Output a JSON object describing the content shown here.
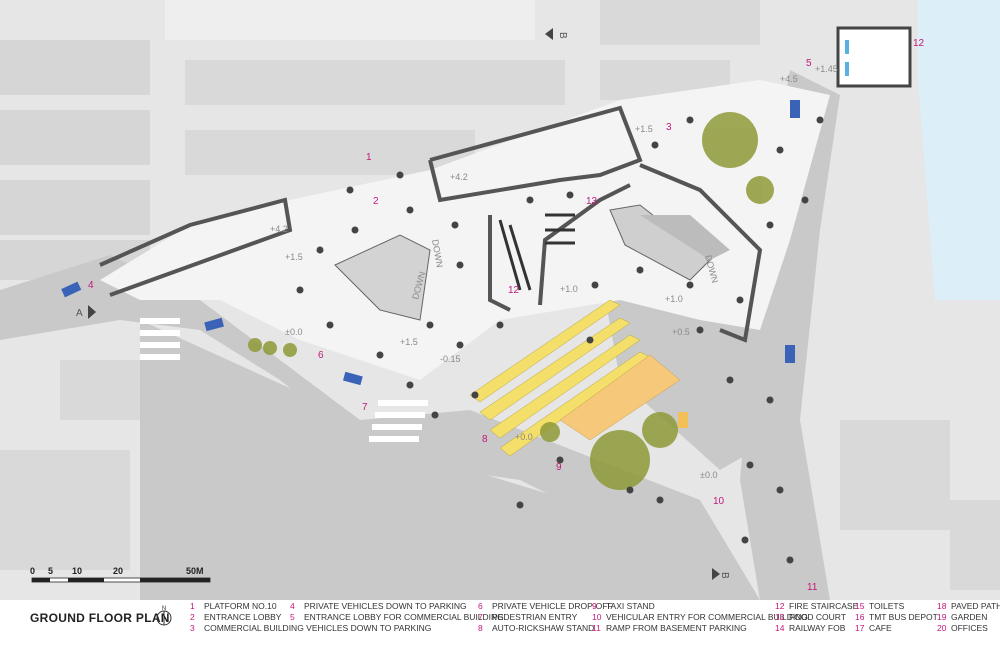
{
  "title": "GROUND FLOOR PLAN",
  "north_label": "N",
  "scale_bar": {
    "ticks": [
      "0",
      "5",
      "10",
      "20",
      "50M"
    ]
  },
  "section_markers": {
    "a_label": "A",
    "b_label": "B"
  },
  "plan_labels": [
    "1",
    "2",
    "3",
    "4",
    "5",
    "6",
    "7",
    "8",
    "9",
    "10",
    "11",
    "12",
    "12",
    "13"
  ],
  "level_marks": [
    "+4.2",
    "+4.2",
    "+1.5",
    "+1.5",
    "+1.5",
    "±0.0",
    "-0.15",
    "+0.0",
    "+1.0",
    "+1.0",
    "+0.5",
    "±0.0",
    "+4.5",
    "+1.45"
  ],
  "ramp_labels": {
    "down1": "DOWN",
    "down2": "DOWN",
    "down3": "DOWN"
  },
  "legend": [
    {
      "num": "1",
      "text": "PLATFORM NO.10"
    },
    {
      "num": "2",
      "text": "ENTRANCE LOBBY"
    },
    {
      "num": "3",
      "text": "COMMERCIAL  BUILDING VEHICLES DOWN TO PARKING"
    },
    {
      "num": "4",
      "text": "PRIVATE VEHICLES DOWN TO PARKING"
    },
    {
      "num": "5",
      "text": "ENTRANCE LOBBY FOR COMMERCIAL BUILDING"
    },
    {
      "num": "6",
      "text": "PRIVATE VEHICLE DROP-OFF"
    },
    {
      "num": "7",
      "text": "PEDESTRIAN ENTRY"
    },
    {
      "num": "8",
      "text": "AUTO-RICKSHAW STAND"
    },
    {
      "num": "9",
      "text": "TAXI STAND"
    },
    {
      "num": "10",
      "text": "VEHICULAR ENTRY FOR COMMERCIAL BUILDING"
    },
    {
      "num": "11",
      "text": "RAMP FROM BASEMENT PARKING"
    },
    {
      "num": "12",
      "text": "FIRE STAIRCASE"
    },
    {
      "num": "13",
      "text": "FOOD COURT"
    },
    {
      "num": "14",
      "text": "RAILWAY FOB"
    },
    {
      "num": "15",
      "text": "TOILETS"
    },
    {
      "num": "16",
      "text": "TMT BUS DEPOT"
    },
    {
      "num": "17",
      "text": "CAFE"
    },
    {
      "num": "18",
      "text": "PAVED PATH"
    },
    {
      "num": "19",
      "text": "GARDEN"
    },
    {
      "num": "20",
      "text": "OFFICES"
    }
  ],
  "colors": {
    "background_buildings": "#e4e4e4",
    "road": "#c9c9c9",
    "platform": "#f4f4f4",
    "walls": "#555555",
    "water": "#dceef8",
    "trees": "#8f9a38",
    "rickshaw": "#f3df6a",
    "taxi": "#f6c97a",
    "vehicles": "#3a63b8",
    "label": "#c2187a"
  }
}
